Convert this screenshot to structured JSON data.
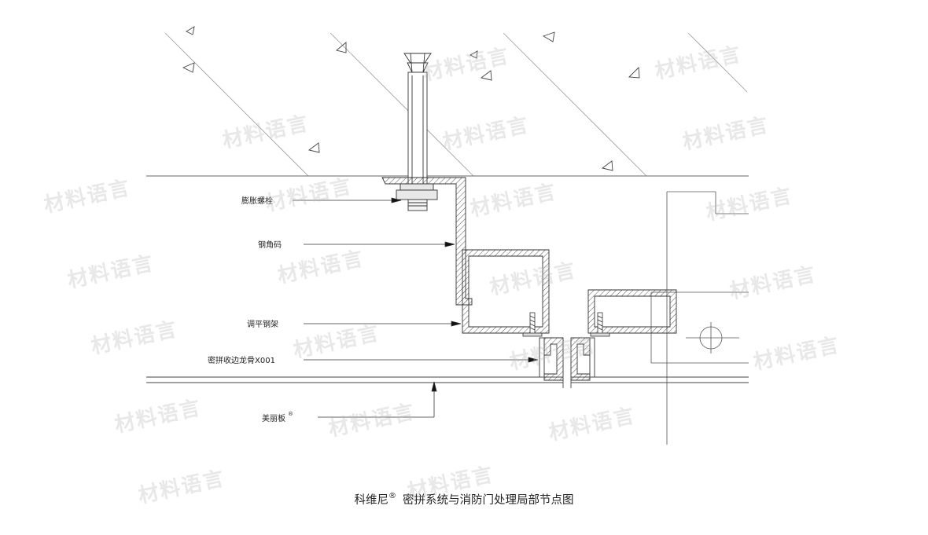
{
  "labels": {
    "bolt": "膨胀螺栓",
    "angle": "钢角码",
    "frame": "调平钢架",
    "keel": "密拼收边龙骨X001",
    "panel": "美丽板"
  },
  "panel_mark": "®",
  "title": {
    "brand": "科维尼",
    "mark": "®",
    "text": "密拼系统与消防门处理局部节点图"
  },
  "watermark": "材料语言"
}
